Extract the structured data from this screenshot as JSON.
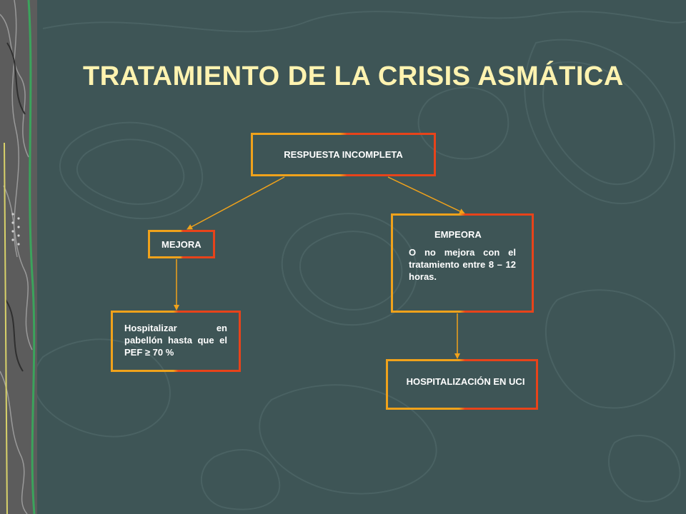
{
  "title": "TRATAMIENTO DE LA CRISIS ASMÁTICA",
  "nodes": {
    "respuesta": "RESPUESTA INCOMPLETA",
    "mejora": "MEJORA",
    "empeora_heading": "EMPEORA",
    "empeora_detail": "O no mejora con el tratamiento entre 8 – 12 horas.",
    "hospitalizar": "Hospitalizar en pabellón hasta que el PEF ≥ 70 %",
    "uci": "HOSPITALIZACIÓN EN UCI"
  },
  "colors": {
    "background": "#3e5556",
    "title": "#fff3b0",
    "border_left": "#f0a21b",
    "border_right": "#e8431a",
    "arrow": "#f0a21b"
  }
}
